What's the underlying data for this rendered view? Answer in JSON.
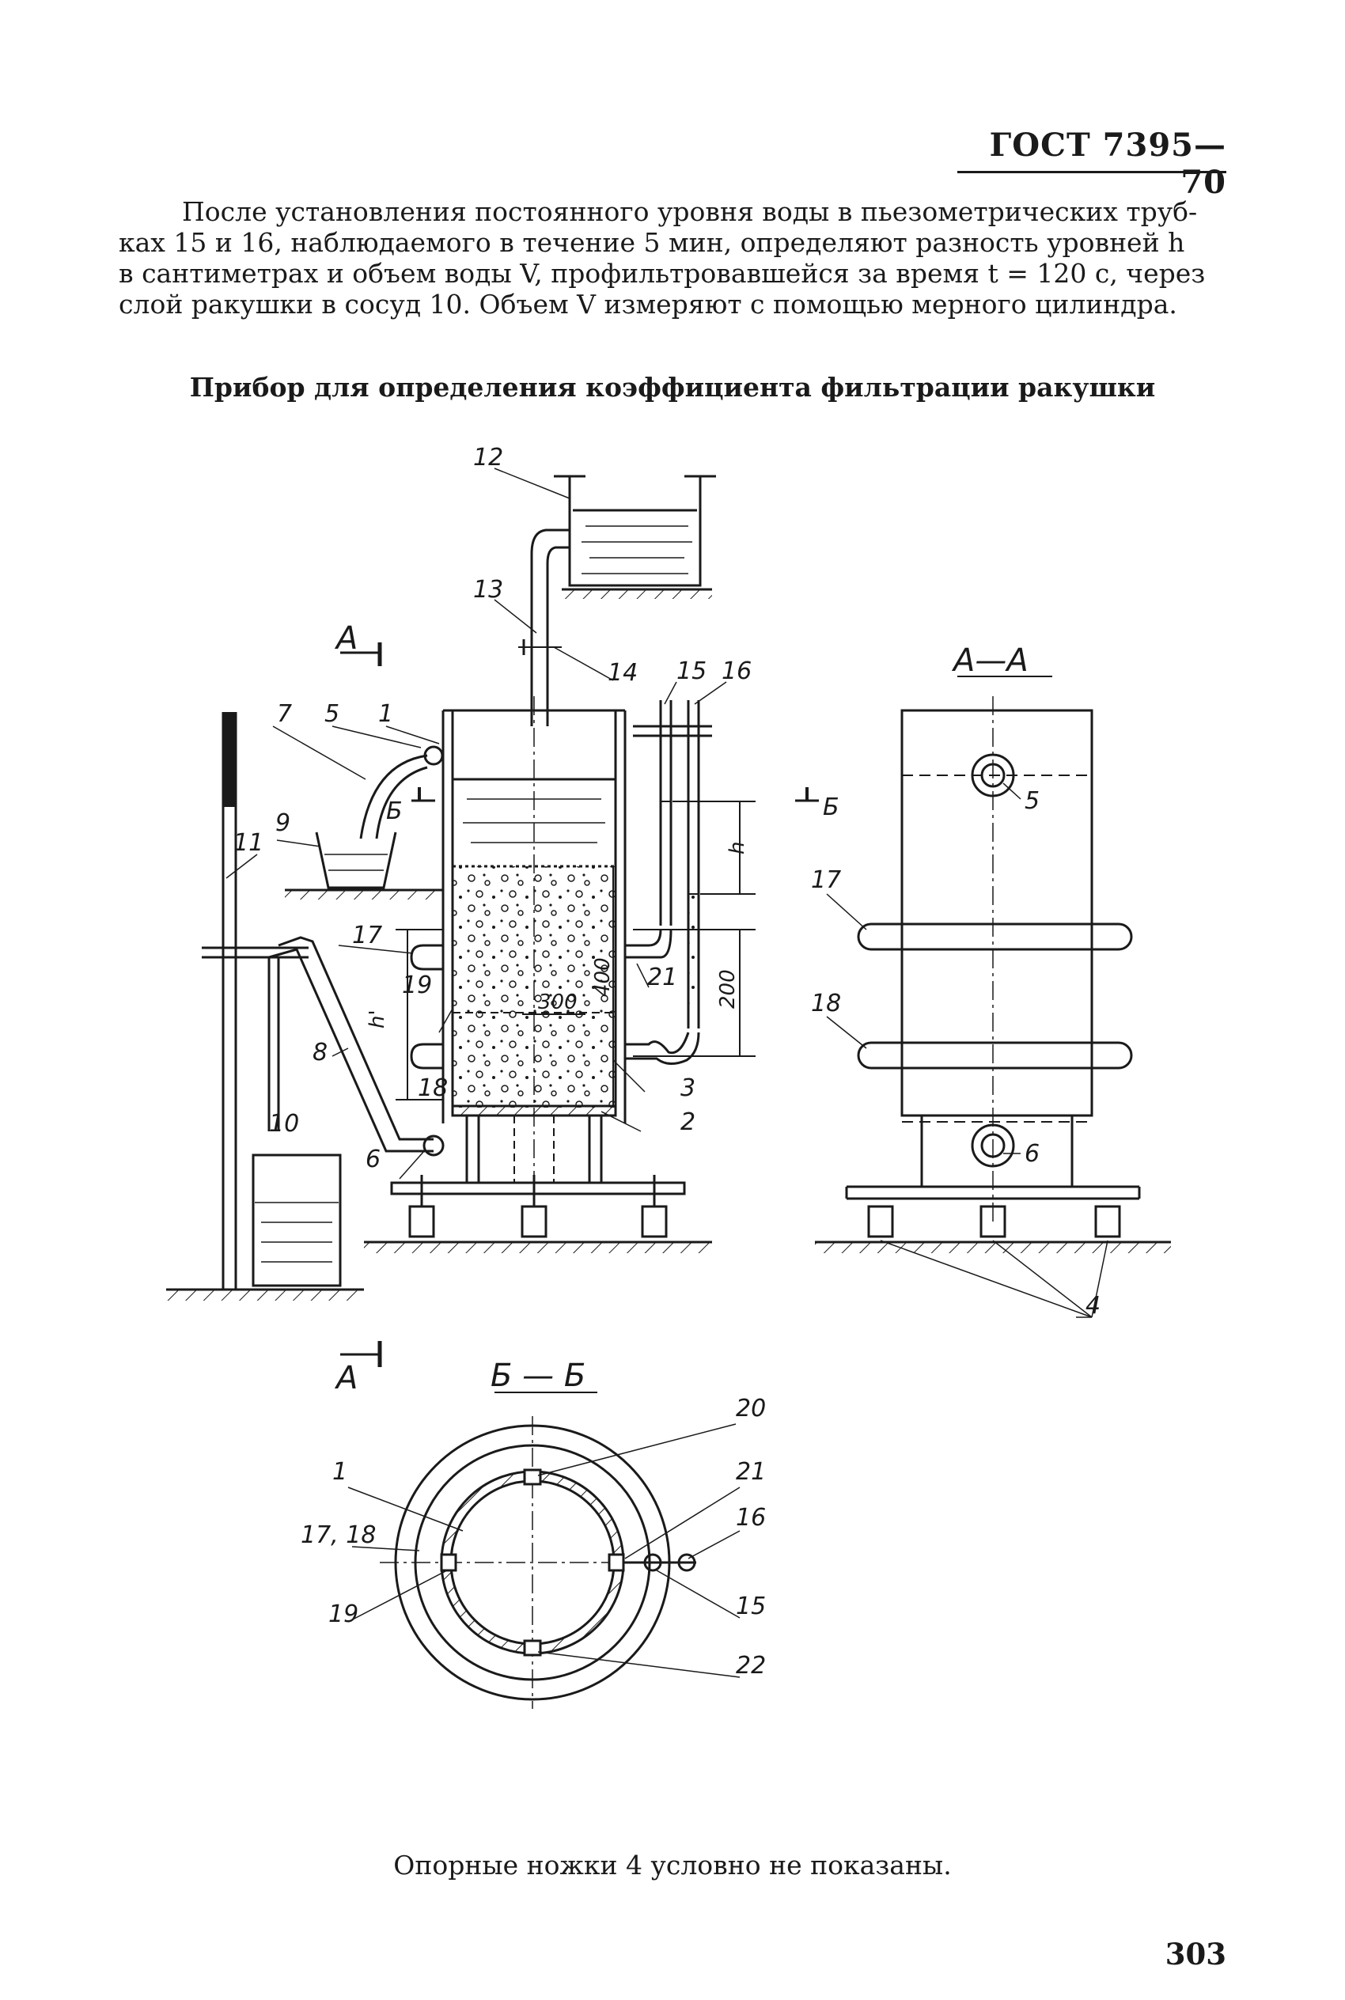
{
  "header": {
    "standard": "ГОСТ 7395—70"
  },
  "body_text": {
    "lines": [
      "После установления постоянного уровня воды в пьезометрических труб-",
      "ках 15 и 16, наблюдаемого в течение 5 мин, определяют разность уровней h",
      "в сантиметрах и объем воды V, профильтровавшейся за время t = 120 с, через",
      "слой ракушки в сосуд 10. Объем V измеряют с помощью мерного цилиндра."
    ]
  },
  "figure": {
    "title": "Прибор для определения коэффициента фильтрации ракушки",
    "section_aa": "А—А",
    "section_bb": "Б — Б",
    "cut_a_top": "А",
    "cut_a_bottom": "А",
    "cut_b_left": "Б",
    "cut_b_right": "Б",
    "dim_h": "h",
    "dim_h_prime": "h'",
    "dim_400": "400",
    "dim_300": "300",
    "dim_200": "200",
    "callouts_main": [
      "12",
      "13",
      "14",
      "15",
      "16",
      "1",
      "5",
      "7",
      "9",
      "11",
      "17",
      "19",
      "21",
      "8",
      "18",
      "3",
      "2",
      "10",
      "6"
    ],
    "callouts_aa": [
      "5",
      "17",
      "18",
      "6",
      "4"
    ],
    "callouts_bb": [
      "20",
      "1",
      "21",
      "17, 18",
      "16",
      "19",
      "15",
      "22"
    ],
    "caption": "Опорные ножки 4 условно не показаны."
  },
  "page_number": "303"
}
